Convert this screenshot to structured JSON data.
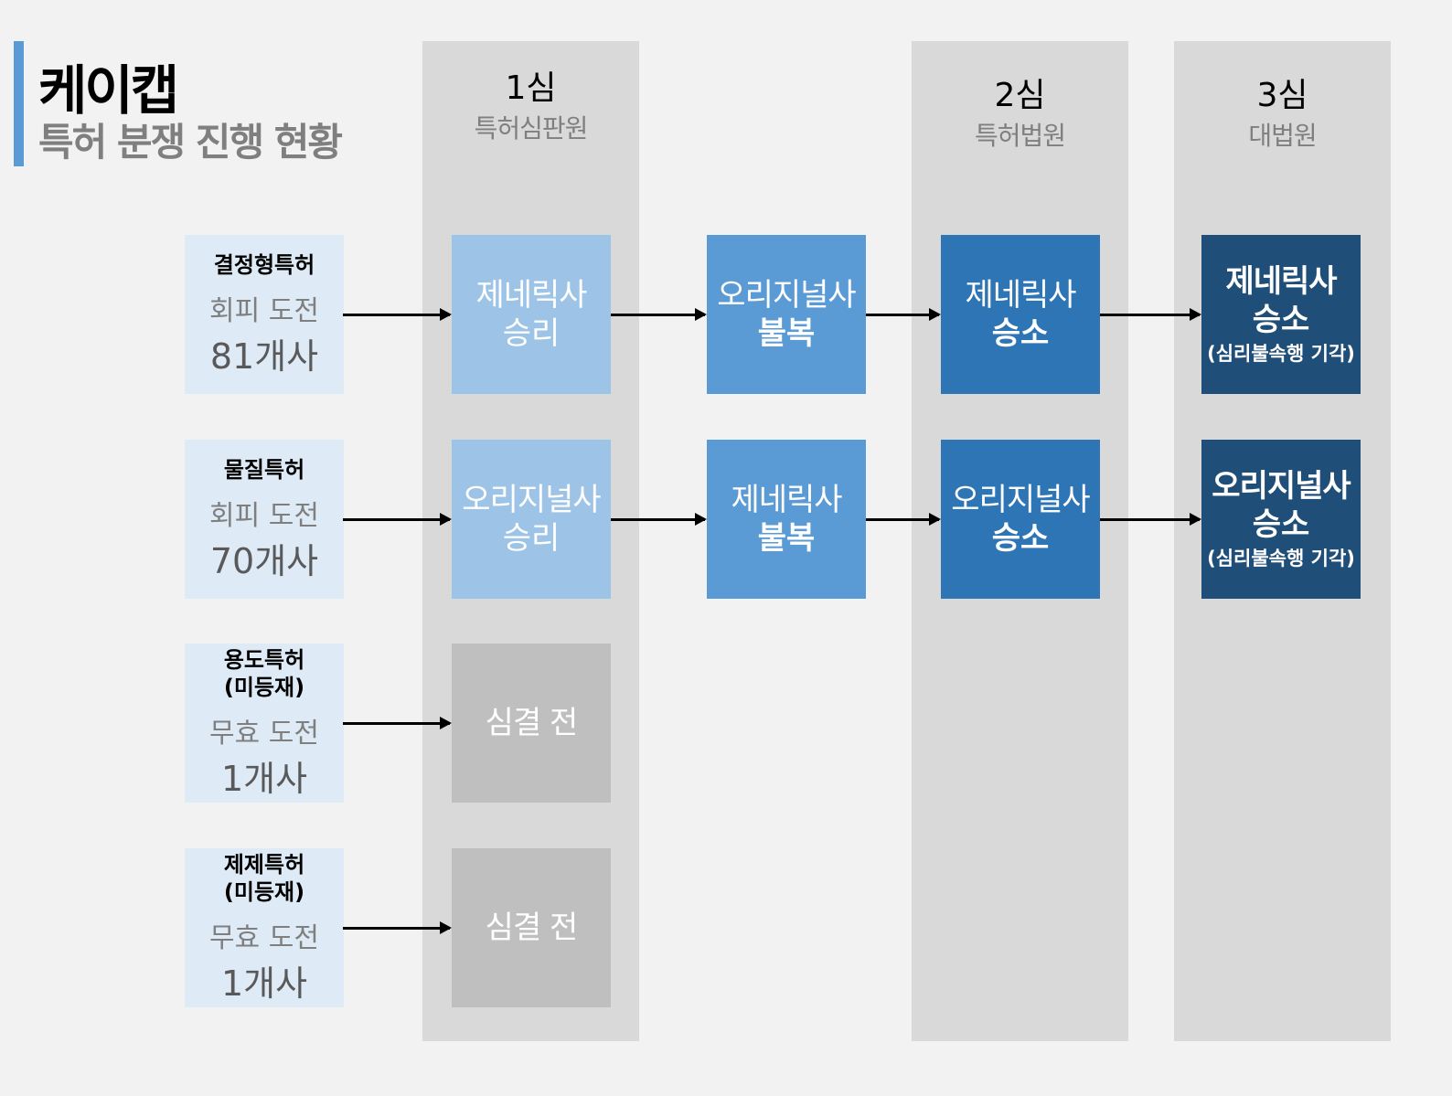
{
  "header": {
    "company": "케이캡",
    "subtitle": "특허 분쟁 진행 현황"
  },
  "columns": [
    {
      "level": "1심",
      "court": "특허심판원"
    },
    {
      "level": "2심",
      "court": "특허법원"
    },
    {
      "level": "3심",
      "court": "대법원"
    }
  ],
  "colors": {
    "accent": "#5b9bd5",
    "stage1": "#9dc3e6",
    "stage2": "#5b9bd5",
    "stage3": "#2e75b6",
    "stage4": "#1f4e79",
    "pending": "#bfbfbf",
    "source": "#deebf7"
  },
  "rows": [
    {
      "type": [
        "결정형특허"
      ],
      "action": "회피 도전",
      "count": "81개사",
      "stages": [
        [
          "제네릭사",
          "승리",
          ""
        ],
        [
          "오리지널사",
          "불복",
          ""
        ],
        [
          "제네릭사",
          "승소",
          ""
        ],
        [
          "제네릭사",
          "승소",
          "(심리불속행 기각)"
        ]
      ]
    },
    {
      "type": [
        "물질특허"
      ],
      "action": "회피 도전",
      "count": "70개사",
      "stages": [
        [
          "오리지널사",
          "승리",
          ""
        ],
        [
          "제네릭사",
          "불복",
          ""
        ],
        [
          "오리지널사",
          "승소",
          ""
        ],
        [
          "오리지널사",
          "승소",
          "(심리불속행 기각)"
        ]
      ]
    },
    {
      "type": [
        "용도특허",
        "(미등재)"
      ],
      "action": "무효 도전",
      "count": "1개사",
      "stages": [
        [
          "심결 전",
          "",
          ""
        ]
      ]
    },
    {
      "type": [
        "제제특허",
        "(미등재)"
      ],
      "action": "무효 도전",
      "count": "1개사",
      "stages": [
        [
          "심결 전",
          "",
          ""
        ]
      ]
    }
  ]
}
